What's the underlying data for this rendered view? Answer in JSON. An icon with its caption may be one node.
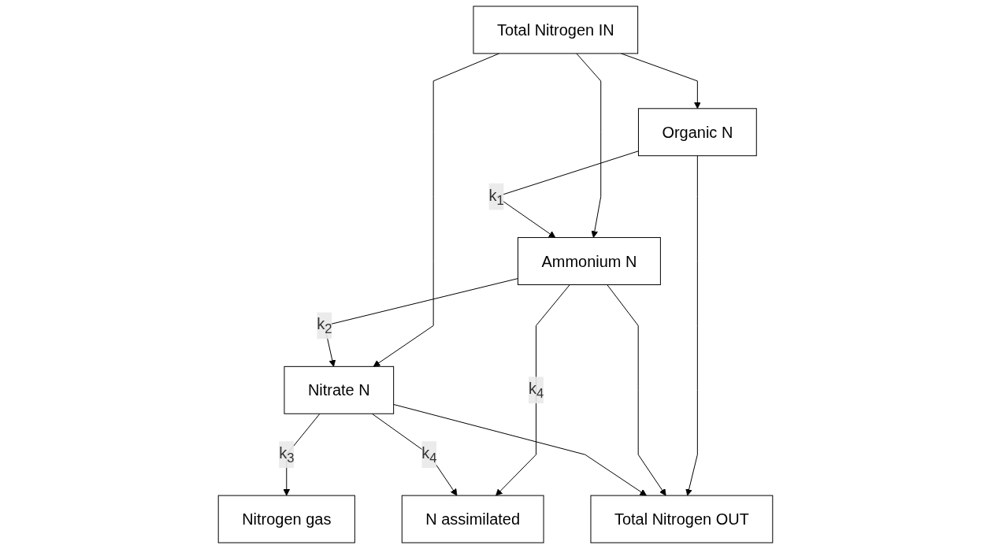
{
  "diagram": {
    "nodes": [
      {
        "text": [
          "Total Nitrogen IN"
        ]
      },
      {
        "text": [
          "Organic N"
        ]
      },
      {
        "text": [
          "Ammonium N"
        ]
      },
      {
        "text": [
          "Nitrate N"
        ]
      },
      {
        "text": [
          "Nitrogen gas"
        ]
      },
      {
        "text": [
          "N assimilated"
        ]
      },
      {
        "text": [
          "Total Nitrogen OUT"
        ]
      }
    ],
    "edges": [
      {
        "from": 0,
        "to": 1,
        "arrow": "to"
      },
      {
        "from": 0,
        "to": 2,
        "arrow": "to"
      },
      {
        "from": 0,
        "to": 3,
        "arrow": "to"
      },
      {
        "from": 1,
        "to": 2,
        "arrow": "to",
        "label": "k$_{1}$"
      },
      {
        "from": 2,
        "to": 3,
        "arrow": "to",
        "label": "k$_{2}$"
      },
      {
        "from": 3,
        "to": 4,
        "arrow": "to",
        "label": "k$_{3}$"
      },
      {
        "from": 2,
        "to": 5,
        "arrow": "to",
        "label": "k$_{4}$"
      },
      {
        "from": 3,
        "to": 5,
        "arrow": "to",
        "label": "k$_{4}$"
      },
      {
        "from": 1,
        "to": 6,
        "arrow": "to"
      },
      {
        "from": 2,
        "to": 6,
        "arrow": "to"
      },
      {
        "from": 3,
        "to": 6,
        "arrow": "to"
      }
    ]
  }
}
